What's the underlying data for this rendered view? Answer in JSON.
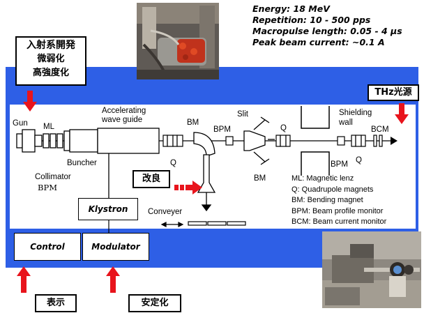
{
  "specs": {
    "energy": "Energy: 18 MeV",
    "repetition": "Repetition: 10 - 500 pps",
    "macropulse": "Macropulse length: 0.05 - 4 μs",
    "peak_current": "Peak beam current: ∼0.1 A"
  },
  "boxes": {
    "injection_title": "入射系開発",
    "injection_line1": "微弱化",
    "injection_line2": "高強度化",
    "thz": "THz光源",
    "improvement": "改良",
    "display": "表示",
    "stabilization": "安定化"
  },
  "labels": {
    "gun": "Gun",
    "ml": "ML",
    "accelerating_1": "Accelerating",
    "accelerating_2": "wave guide",
    "buncher": "Buncher",
    "collimator": "Collimator",
    "bpm_collimator": "BPM",
    "q1": "Q",
    "bm1": "BM",
    "bpm1": "BPM",
    "slit": "Slit",
    "q2": "Q",
    "bm2": "BM",
    "shielding_1": "Shielding",
    "shielding_2": "wall",
    "bcm": "BCM",
    "bpm2": "BPM",
    "q3": "Q",
    "klystron": "Klystron",
    "conveyer": "Conveyer",
    "control": "Control",
    "modulator": "Modulator"
  },
  "legend": [
    "ML: Magnetic lenz",
    "Q: Quadrupole magnets",
    "BM: Bending magnet",
    "BPM: Beam profile monitor",
    "BCM: Beam current monitor"
  ],
  "colors": {
    "accent_blue": "#2e5fe6",
    "arrow_red": "#e8141c"
  }
}
